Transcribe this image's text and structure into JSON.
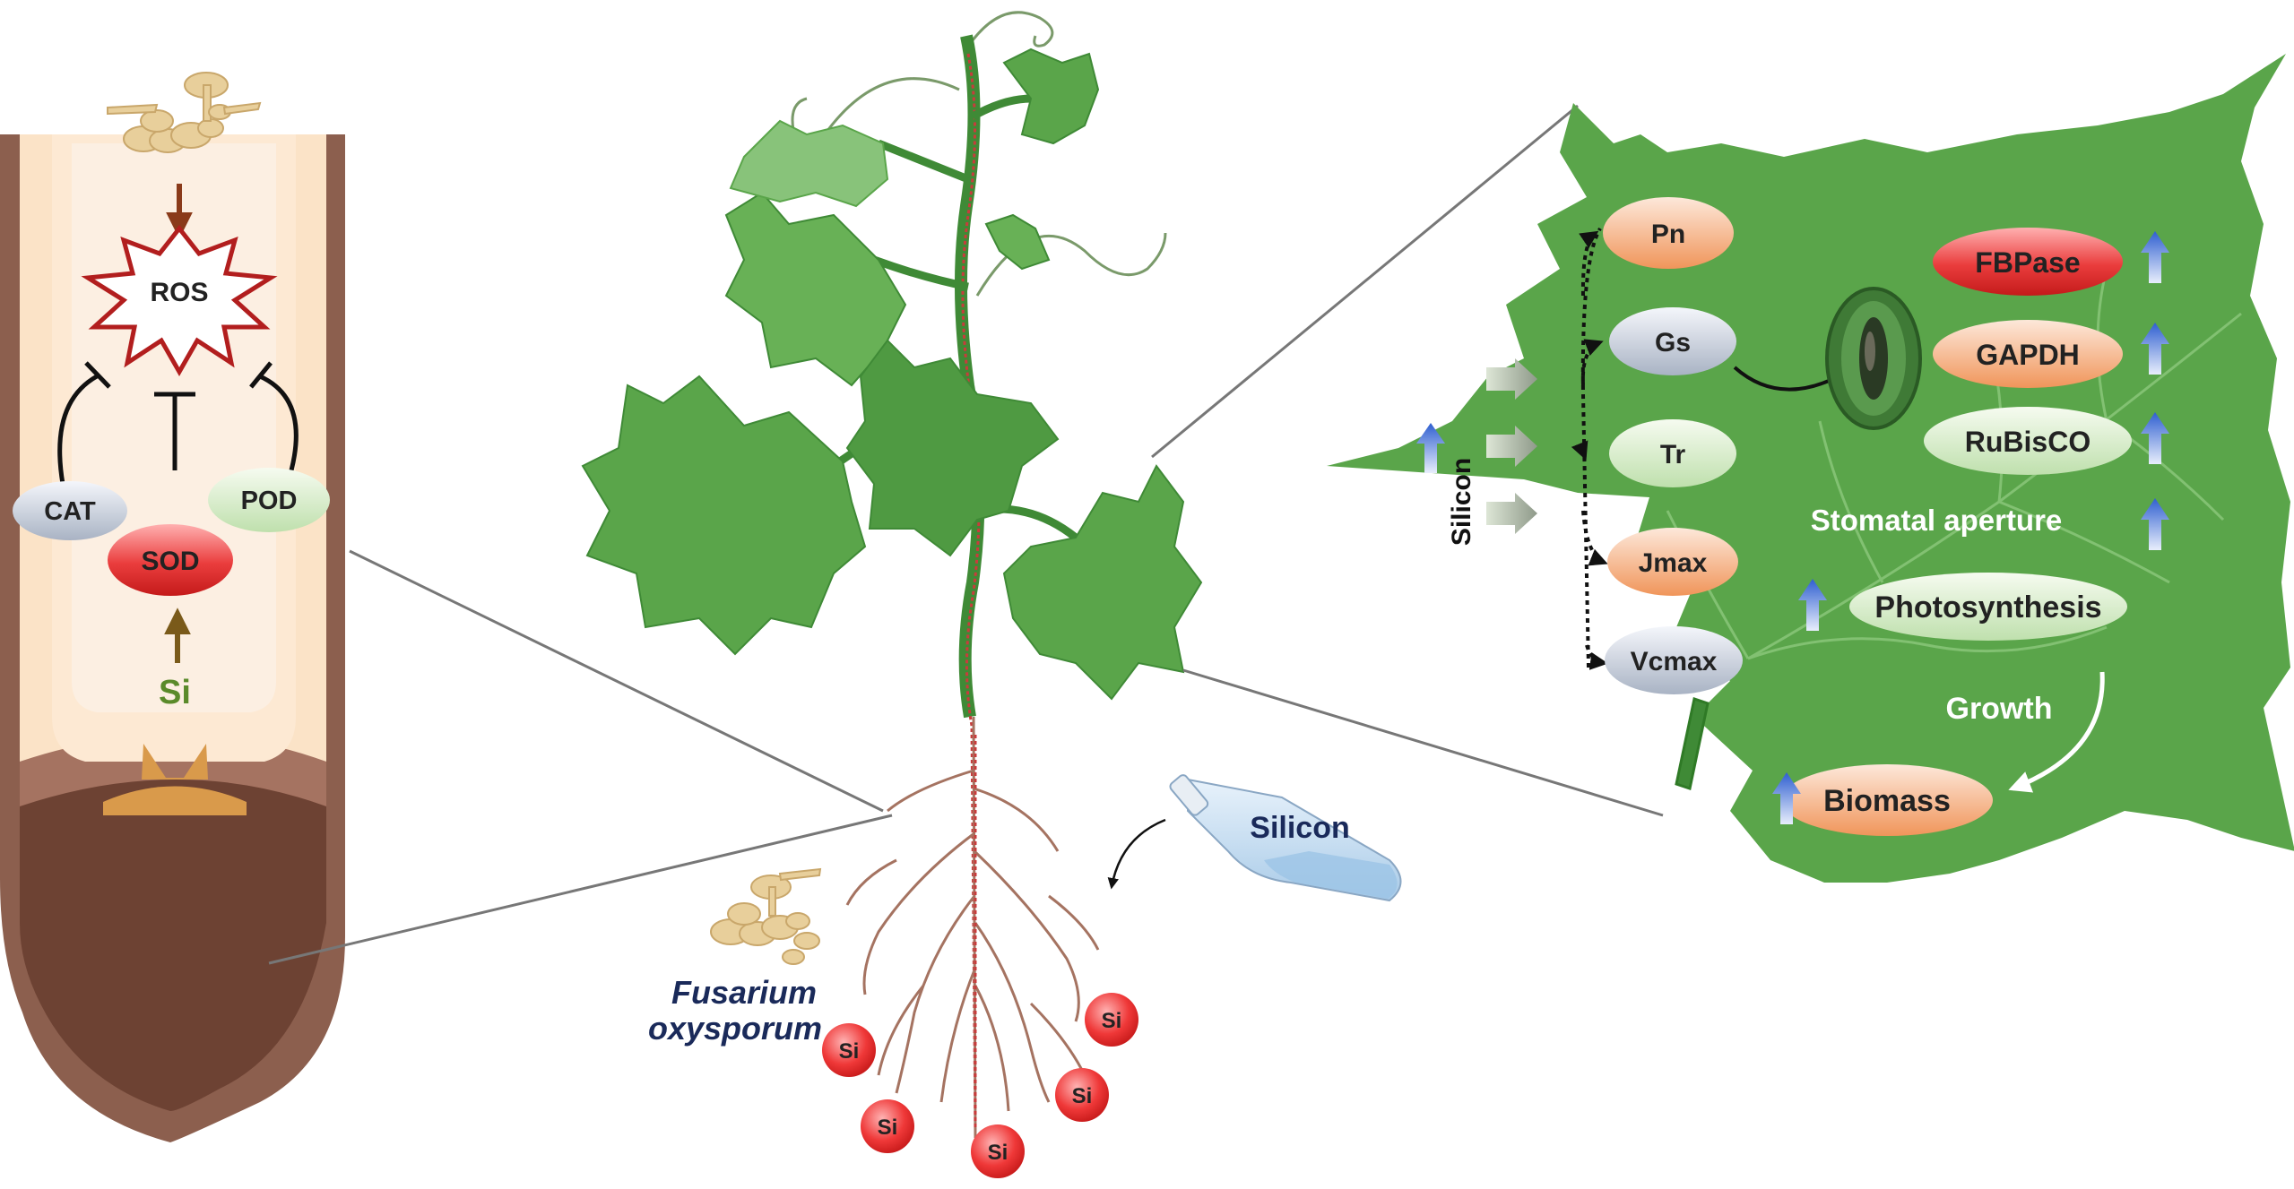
{
  "root_panel": {
    "ros_label": "ROS",
    "enzymes": {
      "cat": "CAT",
      "pod": "POD",
      "sod": "SOD"
    },
    "si_label": "Si"
  },
  "plant": {
    "pathogen_name_line1": "Fusarium",
    "pathogen_name_line2": "oxysporum",
    "flask_label": "Silicon",
    "si_ball_label": "Si"
  },
  "leaf_panel": {
    "silicon_label": "Silicon",
    "gas_exchange": [
      "Pn",
      "Gs",
      "Tr",
      "Jmax",
      "Vcmax"
    ],
    "enzymes": [
      "FBPase",
      "GAPDH",
      "RuBisCO"
    ],
    "stomatal_aperture": "Stomatal aperture",
    "photosynthesis": "Photosynthesis",
    "growth": "Growth",
    "biomass": "Biomass"
  },
  "colors": {
    "leaf_green": "#5aa54a",
    "leaf_dark": "#3f8a36",
    "ros_border": "#b21e1e",
    "sod_red": "#e8343d",
    "si_green": "#5a8a2a",
    "up_arrow_blue": "#3f6fd8",
    "navy_text": "#1a2a5a"
  }
}
